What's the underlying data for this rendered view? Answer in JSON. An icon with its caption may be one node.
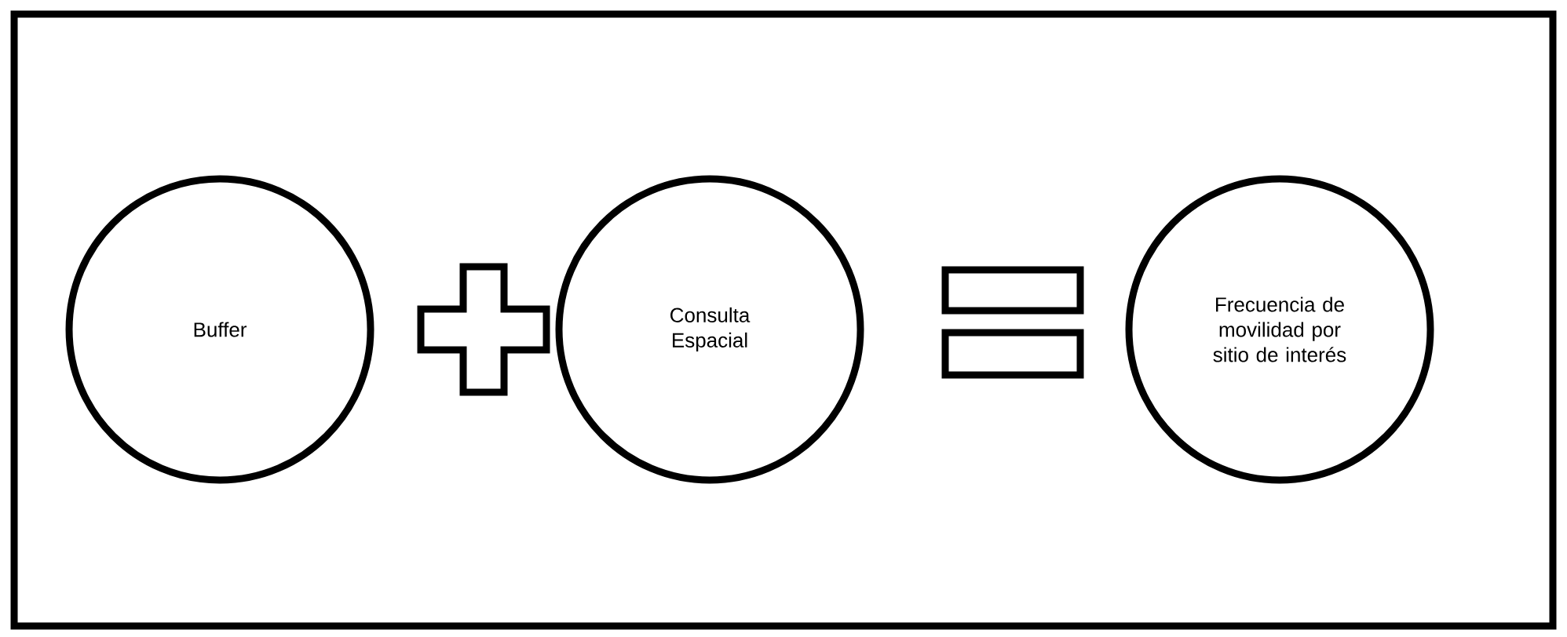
{
  "diagram": {
    "nodes": [
      {
        "text": [
          "Buffer"
        ]
      },
      {
        "text": [],
        "shape": "plus"
      },
      {
        "text": [
          "Consulta Espacial"
        ]
      },
      {
        "text": [],
        "shape": "equals"
      },
      {
        "text": [
          "Frecuencia de movilidad por sitio de interés"
        ]
      }
    ]
  }
}
